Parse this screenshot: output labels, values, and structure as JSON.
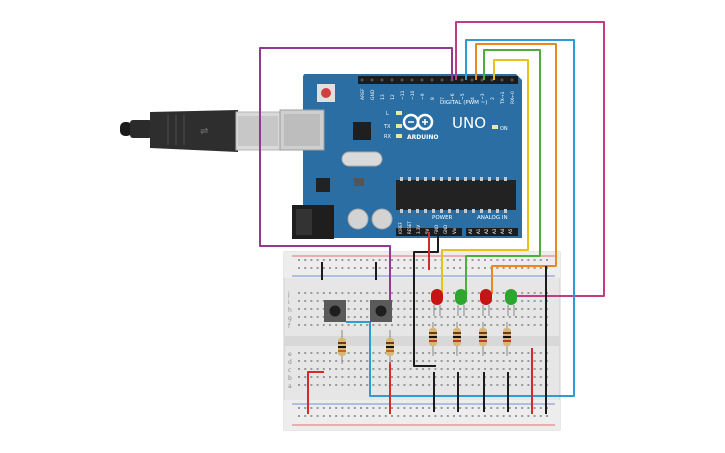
{
  "board": {
    "brand": "ARDUINO",
    "model": "UNO",
    "on_label": "ON",
    "l_label": "L",
    "tx_label": "TX",
    "rx_label": "RX",
    "digital_label": "DIGITAL (PWM ~)",
    "power_label": "POWER",
    "analog_label": "ANALOG IN",
    "top_pins": [
      "AREF",
      "GND",
      "13",
      "12",
      "~11",
      "~10",
      "~9",
      "8",
      "7",
      "~6",
      "~5",
      "4",
      "~3",
      "2",
      "TX→1",
      "RX←0"
    ],
    "power_pins": [
      "IOREF",
      "RESET",
      "3.3V",
      "5V",
      "GND",
      "GND",
      "Vin"
    ],
    "analog_pins": [
      "A0",
      "A1",
      "A2",
      "A3",
      "A4",
      "A5"
    ]
  },
  "breadboard": {
    "row_letters_top": [
      "j",
      "i",
      "h",
      "g",
      "f"
    ],
    "row_letters_bottom": [
      "e",
      "d",
      "c",
      "b",
      "a"
    ]
  },
  "components": {
    "leds": [
      "red",
      "green",
      "red",
      "green"
    ],
    "buttons": 2,
    "resistors": 6
  },
  "colors": {
    "board": "#2a6ea3",
    "board_dark": "#1f5a87",
    "wire_purple": "#8e3c8e",
    "wire_magenta": "#c23b84",
    "wire_orange": "#e8891e",
    "wire_green": "#4caf3b",
    "wire_yellow": "#e8c21a",
    "wire_blue": "#2e9bd6",
    "wire_red": "#d42a2a",
    "wire_black": "#1b1b1b",
    "led_red": "#c41414",
    "led_green": "#2ea52e"
  }
}
